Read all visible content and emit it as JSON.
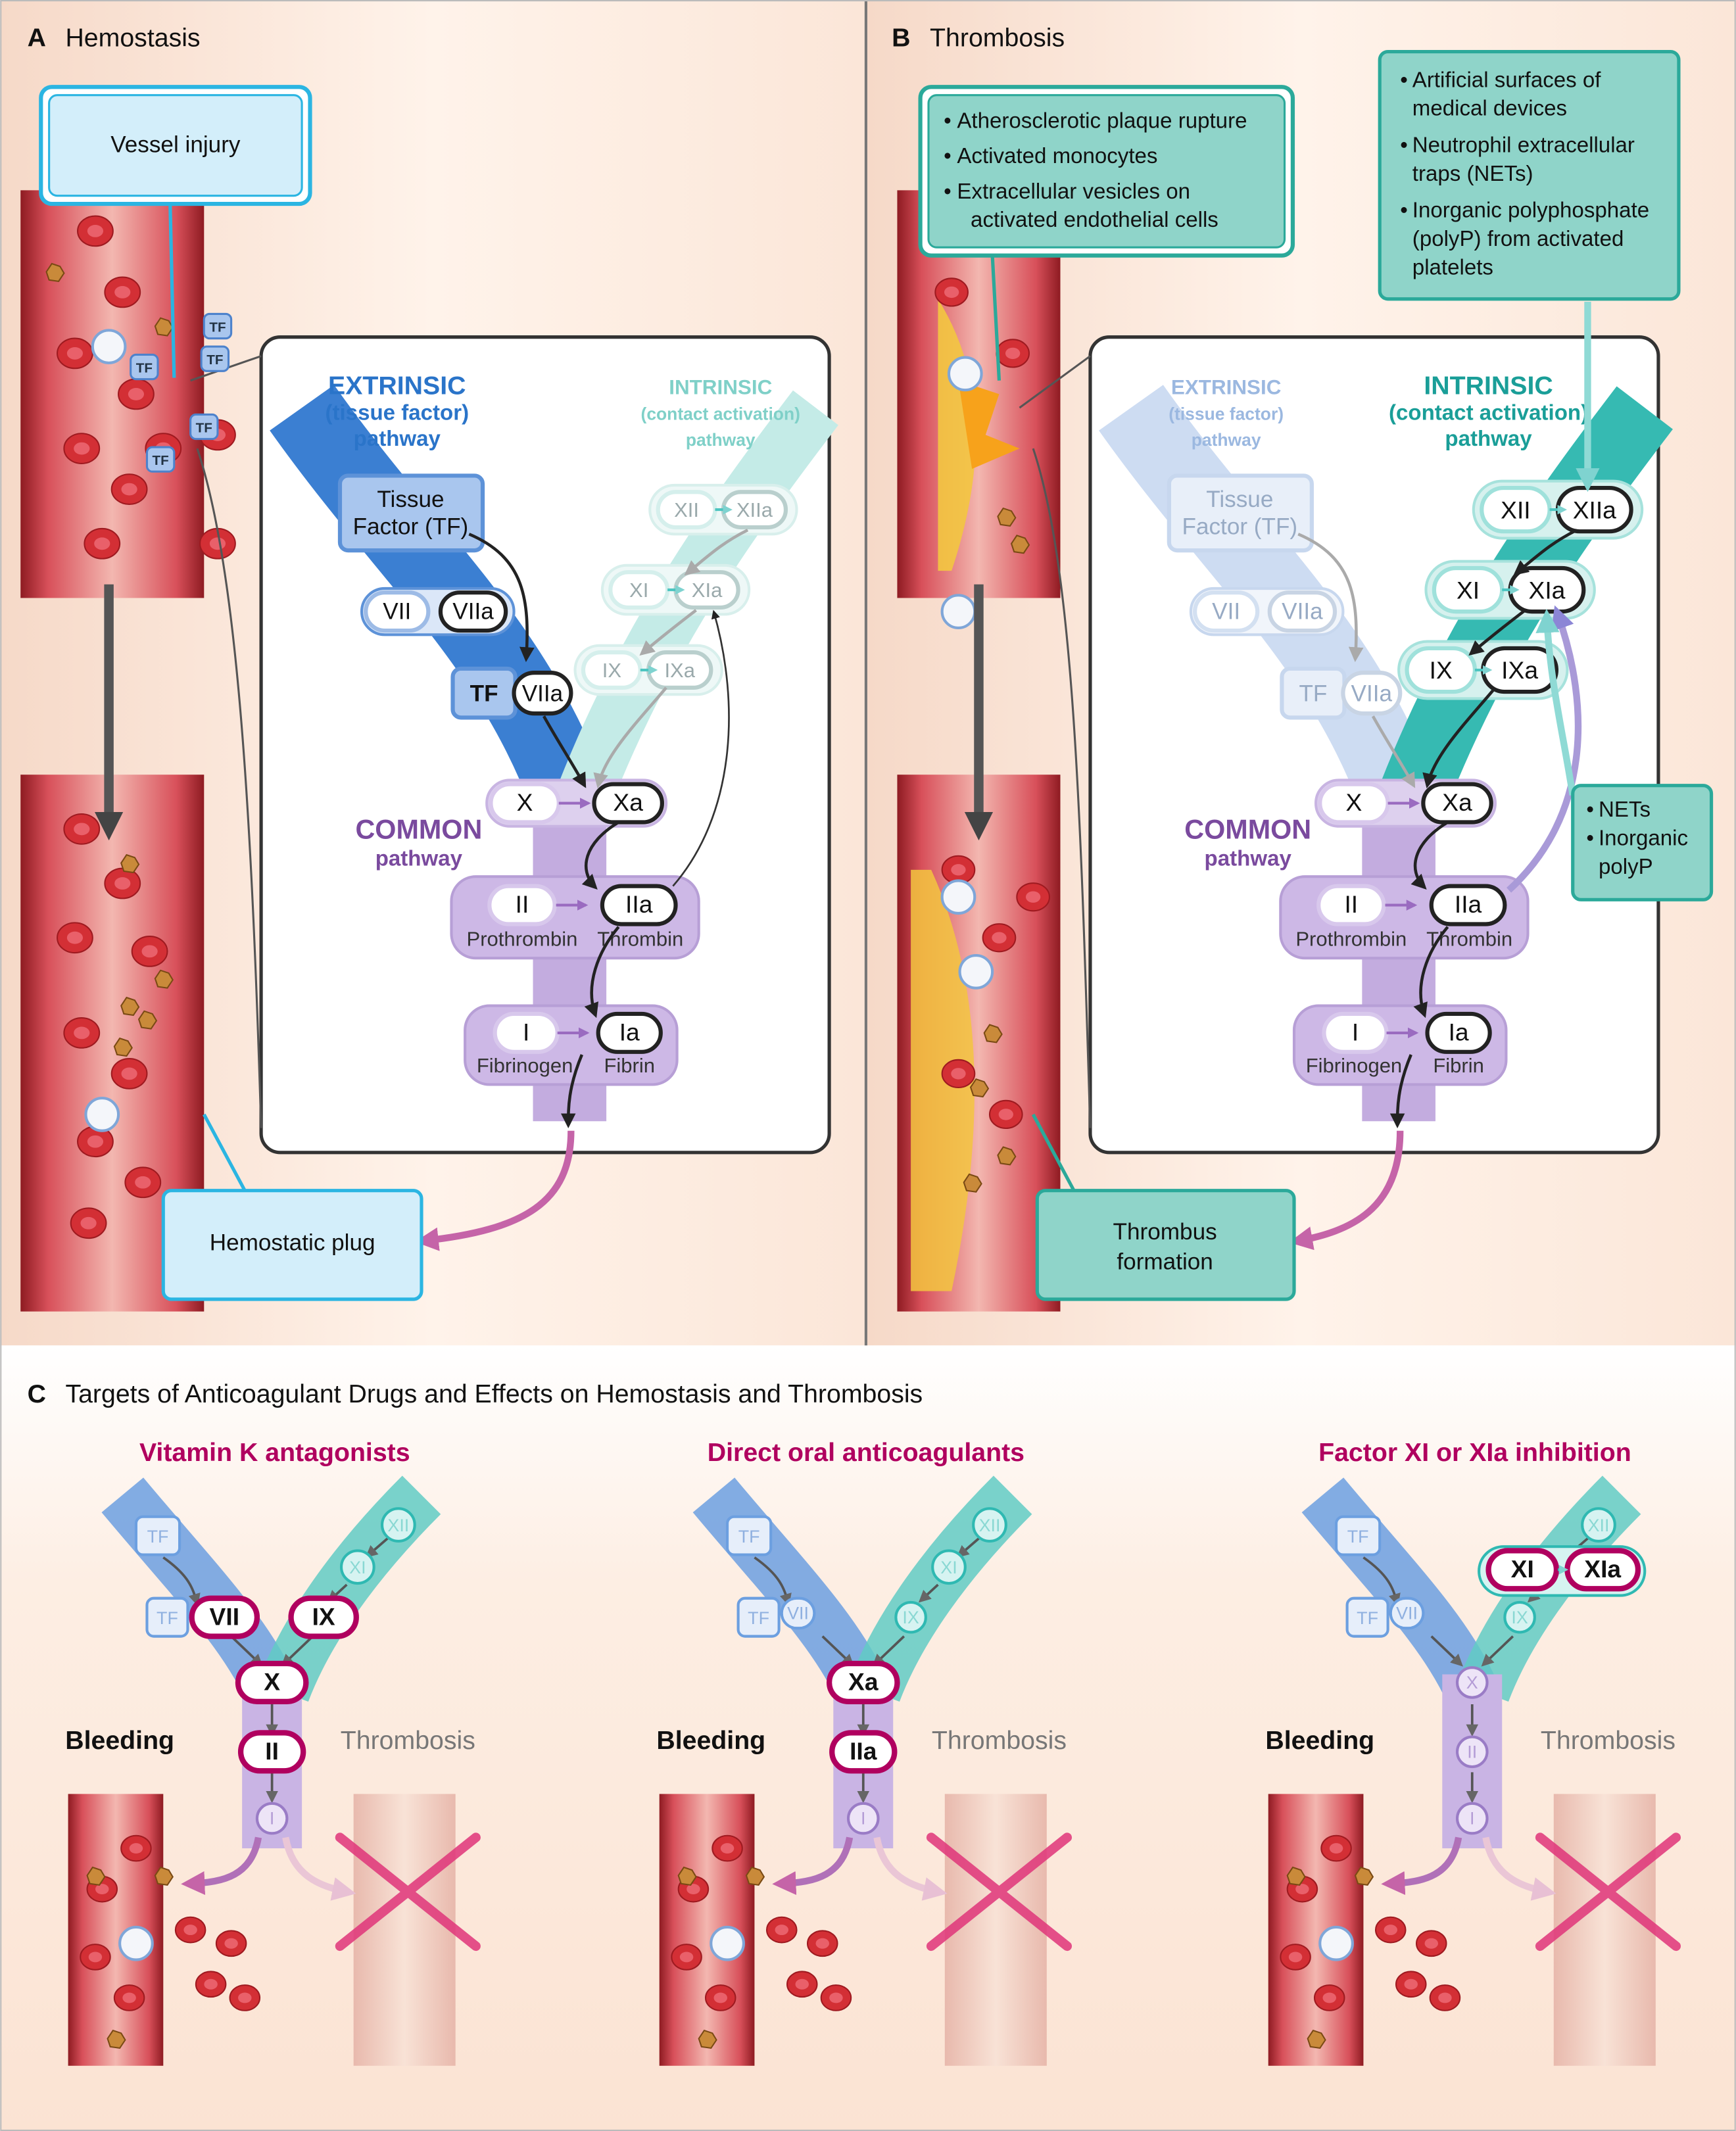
{
  "panel_a": {
    "letter": "A",
    "title": "Hemostasis",
    "vessel_injury": "Vessel injury",
    "hemostatic_plug": "Hemostatic plug",
    "tf_badge": "TF"
  },
  "panel_b": {
    "letter": "B",
    "title": "Thrombosis",
    "triggers_1": [
      {
        "lines": [
          "Atherosclerotic plaque rupture"
        ]
      },
      {
        "lines": [
          "Activated monocytes"
        ]
      },
      {
        "lines": [
          "Extracellular vesicles on",
          "activated endothelial cells"
        ]
      }
    ],
    "triggers_2": [
      {
        "lines": [
          "Artificial surfaces of",
          "medical devices"
        ]
      },
      {
        "lines": [
          "Neutrophil extracellular",
          "traps (NETs)"
        ]
      },
      {
        "lines": [
          "Inorganic polyphosphate",
          "(polyP) from activated",
          "platelets"
        ]
      }
    ],
    "feedback": [
      {
        "lines": [
          "NETs"
        ]
      },
      {
        "lines": [
          "Inorganic",
          "polyP"
        ]
      }
    ],
    "thrombus": [
      "Thrombus",
      "formation"
    ]
  },
  "pathway": {
    "extrinsic": {
      "title": "EXTRINSIC",
      "sub": "(tissue factor)",
      "word": "pathway"
    },
    "intrinsic": {
      "title": "INTRINSIC",
      "sub": "(contact activation)",
      "word": "pathway"
    },
    "common": {
      "title": "COMMON",
      "word": "pathway"
    },
    "factors": {
      "tissue_factor": [
        "Tissue",
        "Factor (TF)"
      ],
      "vii": "VII",
      "viia": "VIIa",
      "tf": "TF",
      "xii": "XII",
      "xiia": "XIIa",
      "xi": "XI",
      "xia": "XIa",
      "ix": "IX",
      "ixa": "IXa",
      "x": "X",
      "xa": "Xa",
      "ii": "II",
      "iia": "IIa",
      "i": "I",
      "ia": "Ia",
      "prothrombin": "Prothrombin",
      "thrombin": "Thrombin",
      "fibrinogen": "Fibrinogen",
      "fibrin": "Fibrin"
    }
  },
  "panel_c": {
    "letter": "C",
    "title": "Targets of Anticoagulant Drugs and Effects on Hemostasis and Thrombosis",
    "columns": [
      {
        "title": "Vitamin K antagonists",
        "nodes": {
          "tf_top": "TF",
          "tf": "TF",
          "vii": "VII",
          "ix": "IX",
          "xii": "XII",
          "xi": "XI",
          "x": "X",
          "ii": "II",
          "i": "I"
        },
        "targets": [
          "vii",
          "ix",
          "x",
          "ii"
        ],
        "bleeding": "Bleeding",
        "thrombosis": "Thrombosis"
      },
      {
        "title": "Direct oral anticoagulants",
        "nodes": {
          "tf_top": "TF",
          "tf": "TF",
          "vii": "VII",
          "ix": "IX",
          "xii": "XII",
          "xi": "XI",
          "x": "Xa",
          "ii": "IIa",
          "i": "I"
        },
        "targets": [
          "x",
          "ii"
        ],
        "bleeding": "Bleeding",
        "thrombosis": "Thrombosis"
      },
      {
        "title": "Factor XI or XIa inhibition",
        "nodes": {
          "tf_top": "TF",
          "tf": "TF",
          "vii": "VII",
          "ix": "IX",
          "xii": "XII",
          "xi": "XI",
          "xia": "XIa",
          "x": "X",
          "ii": "II",
          "i": "I"
        },
        "targets": [
          "xi",
          "xia"
        ],
        "bleeding": "Bleeding",
        "thrombosis": "Thrombosis"
      }
    ]
  },
  "colors": {
    "extrinsic": "#3b7fd2",
    "intrinsic": "#36bab2",
    "common": "#b9a0da",
    "common_text": "#7a4a9e",
    "target": "#b0005f",
    "callout_blue": "#d3eefa",
    "callout_teal": "#8fd4c9",
    "blood_red": "#c8262e"
  }
}
